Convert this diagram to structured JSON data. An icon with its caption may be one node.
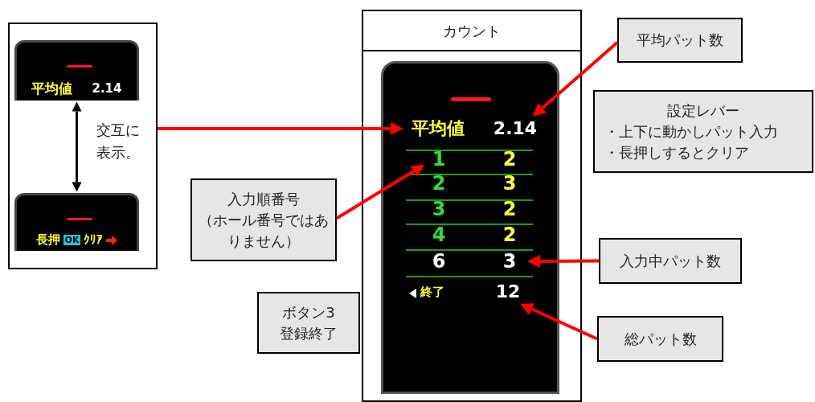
{
  "diagram": {
    "nodes": [
      {
        "text": [
          "交互に表示。"
        ]
      },
      {
        "text": [
          "平均値",
          "2.14"
        ],
        "in": 0
      },
      {
        "text": [
          "長押",
          "OK",
          "ｸﾘｱ"
        ],
        "in": 0
      },
      {
        "text": [
          "カウント"
        ]
      },
      {
        "text": [],
        "shape": "box",
        "in": 3
      },
      {
        "text": [
          "平均値"
        ],
        "in": 4
      },
      {
        "text": [
          "2.14"
        ],
        "in": 4
      },
      {
        "text": [
          "1"
        ],
        "in": 4
      },
      {
        "text": [
          "2"
        ],
        "in": 4
      },
      {
        "text": [
          "2"
        ],
        "in": 4
      },
      {
        "text": [
          "3"
        ],
        "in": 4
      },
      {
        "text": [
          "3"
        ],
        "in": 4
      },
      {
        "text": [
          "2"
        ],
        "in": 4
      },
      {
        "text": [
          "4"
        ],
        "in": 4
      },
      {
        "text": [
          "2"
        ],
        "in": 4
      },
      {
        "text": [
          "6"
        ],
        "in": 4
      },
      {
        "text": [
          "3"
        ],
        "in": 4
      },
      {
        "text": [
          "終了"
        ],
        "in": 4
      },
      {
        "text": [
          "12"
        ],
        "in": 4
      },
      {
        "text": [
          "平均パット数"
        ]
      },
      {
        "text": [
          "設定レバー",
          "・上下に動かしパット入力",
          "・長押しするとクリア"
        ]
      },
      {
        "text": [
          "入力順番号",
          "（ホール番号ではありません）"
        ]
      },
      {
        "text": [
          "ボタン3",
          "登録終了"
        ]
      },
      {
        "text": [
          "入力中パット数"
        ]
      },
      {
        "text": [
          "総パット数"
        ]
      }
    ],
    "edges": [
      {
        "from": 1,
        "to": 2,
        "arrow": "both",
        "color": "#000000"
      },
      {
        "from": 0,
        "to": 5,
        "arrow": "to"
      },
      {
        "from": 19,
        "to": 6,
        "arrow": "to"
      },
      {
        "from": 21,
        "to": 7,
        "arrow": "to"
      },
      {
        "from": 23,
        "to": 16,
        "arrow": "to"
      },
      {
        "from": 24,
        "to": 18,
        "arrow": "to"
      }
    ]
  }
}
